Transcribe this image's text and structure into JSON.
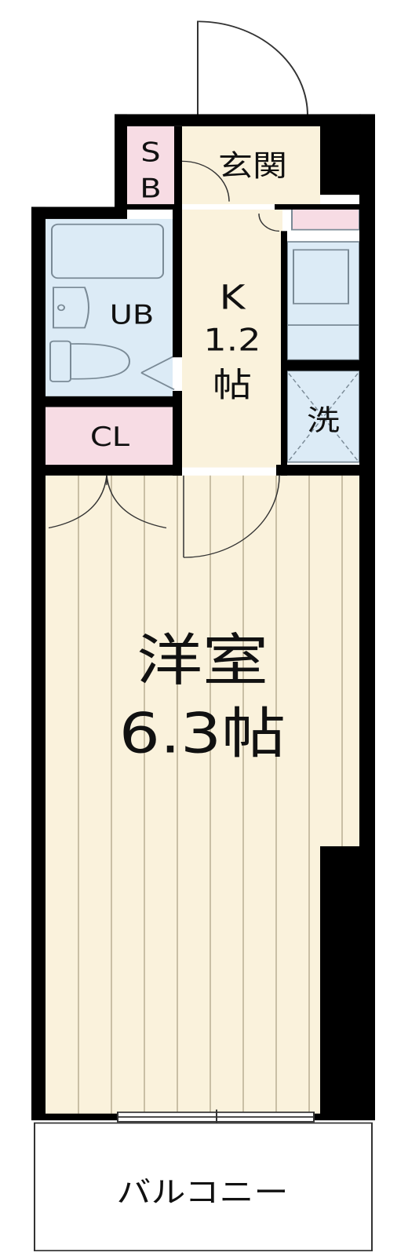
{
  "rooms": {
    "storage": {
      "line1": "S",
      "line2": "B"
    },
    "entrance": {
      "label": "玄関"
    },
    "kitchen": {
      "line1": "K",
      "line2": "1.2",
      "line3": "帖"
    },
    "bath": {
      "label": "UB"
    },
    "closet": {
      "label": "CL"
    },
    "laundry": {
      "label": "洗"
    },
    "western_room": {
      "line1": "洋室",
      "line2": "6.3帖"
    },
    "balcony": {
      "label": "バルコニー"
    }
  },
  "colors": {
    "wall": "#000000",
    "floor_wood": "#faf2dc",
    "floor_line": "#c9bfa5",
    "wet_area": "#dcebf6",
    "storage": "#f7dce4",
    "fixture_stroke": "#7a8a96"
  }
}
